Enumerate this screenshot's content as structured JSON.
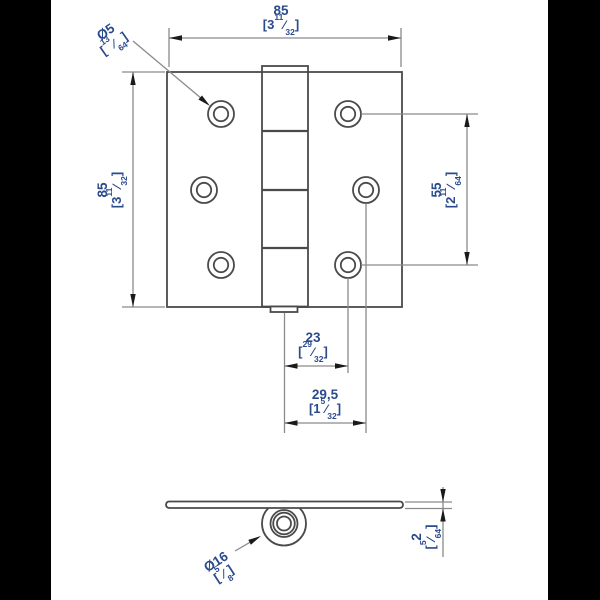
{
  "title": "Square hinge 85 x 85 mm technical drawing with metric and imperial dimensions",
  "colors": {
    "page-bg": "#000000",
    "canvas-bg": "#ffffff",
    "accent": "#2a4a8c",
    "part-line": "#4a4a4a",
    "dim-line": "#8a8a8a",
    "arrow": "#1a1a1a"
  },
  "symbols": {
    "bracket_open": "[",
    "bracket_close": "]",
    "fraction_slash": "⁄"
  },
  "views": {
    "front": "front view of open hinge with 6 countersunk screw holes and 4-segment knuckle",
    "bottom": "edge view of hinge leaf with knuckle barrel end"
  },
  "dimensions": {
    "width": {
      "metric": "85",
      "whole": "3",
      "num": "11",
      "den": "32"
    },
    "height": {
      "metric": "85",
      "whole": "3",
      "num": "11",
      "den": "32"
    },
    "hole_pitch": {
      "metric": "55",
      "whole": "2",
      "num": "11",
      "den": "64"
    },
    "hole_diameter": {
      "metric": "Ø5",
      "num": "13",
      "den": "64"
    },
    "pin_to_near_holes": {
      "metric": "23",
      "num": "29",
      "den": "32"
    },
    "pin_to_far_holes": {
      "metric": "29,5",
      "whole": "1",
      "num": "5",
      "den": "32"
    },
    "knuckle_diameter": {
      "metric": "Ø16",
      "num": "5",
      "den": "8"
    },
    "leaf_thickness": {
      "metric": "2",
      "num": "5",
      "den": "64"
    }
  }
}
